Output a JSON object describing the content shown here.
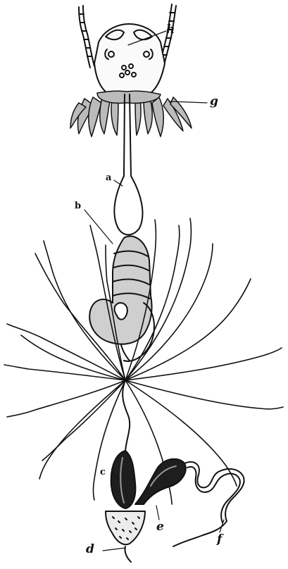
{
  "labels": {
    "h": "h",
    "g": "g",
    "a": "a",
    "b": "b",
    "c": "c",
    "e": "e",
    "f": "f",
    "d": "d"
  }
}
